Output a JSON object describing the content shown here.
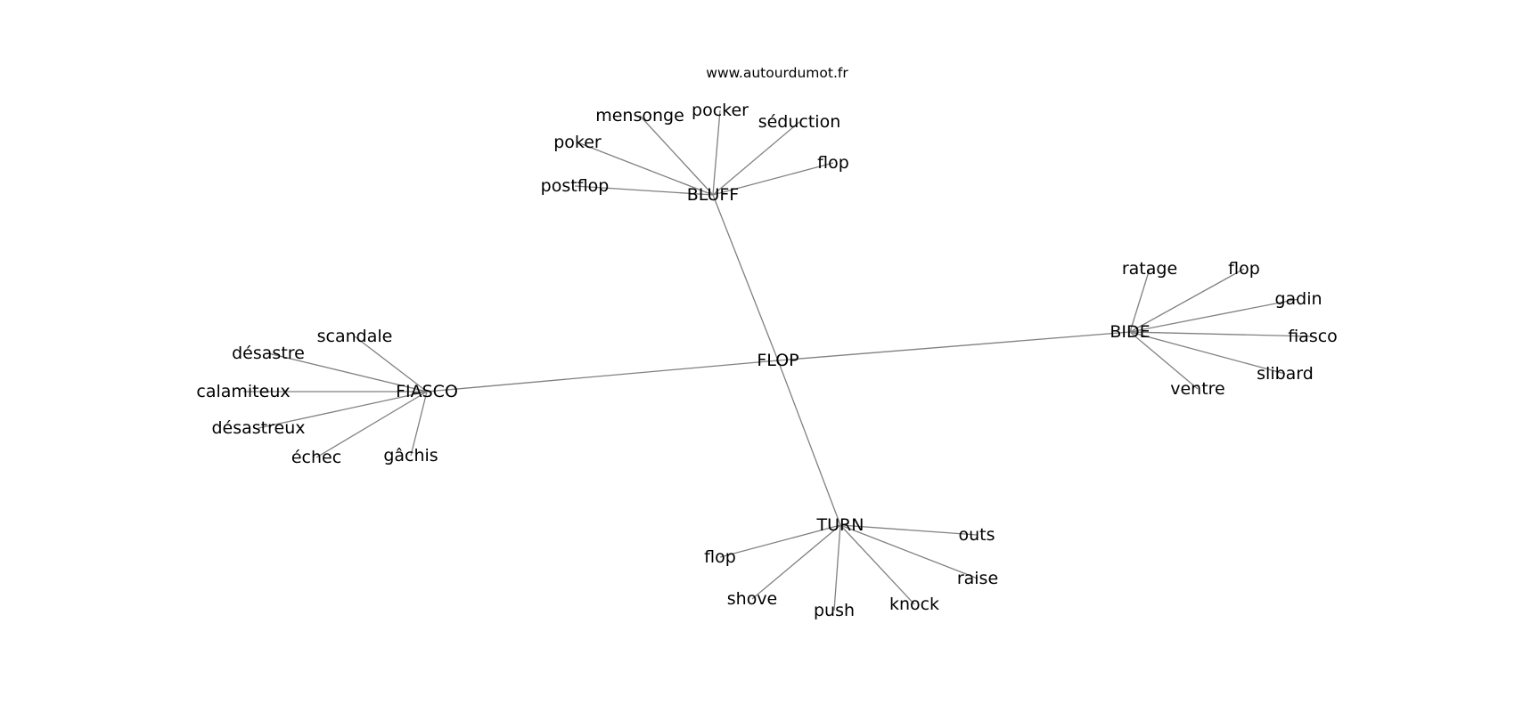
{
  "watermark": "www.autourdumot.fr",
  "center": {
    "id": "flop-center",
    "label": "FLOP"
  },
  "clusters": [
    {
      "id": "bluff",
      "label": "BLUFF",
      "leaves": [
        {
          "id": "postflop",
          "label": "postflop"
        },
        {
          "id": "poker",
          "label": "poker"
        },
        {
          "id": "mensonge",
          "label": "mensonge"
        },
        {
          "id": "pocker",
          "label": "pocker"
        },
        {
          "id": "seduction",
          "label": "séduction"
        },
        {
          "id": "flop-bluff",
          "label": "flop"
        }
      ]
    },
    {
      "id": "bide",
      "label": "BIDE",
      "leaves": [
        {
          "id": "ratage",
          "label": "ratage"
        },
        {
          "id": "flop-bide",
          "label": "flop"
        },
        {
          "id": "gadin",
          "label": "gadin"
        },
        {
          "id": "fiasco-leaf",
          "label": "fiasco"
        },
        {
          "id": "slibard",
          "label": "slibard"
        },
        {
          "id": "ventre",
          "label": "ventre"
        }
      ]
    },
    {
      "id": "fiasco",
      "label": "FIASCO",
      "leaves": [
        {
          "id": "scandale",
          "label": "scandale"
        },
        {
          "id": "desastre",
          "label": "désastre"
        },
        {
          "id": "calamiteux",
          "label": "calamiteux"
        },
        {
          "id": "desastreux",
          "label": "désastreux"
        },
        {
          "id": "echec",
          "label": "échec"
        },
        {
          "id": "gachis",
          "label": "gâchis"
        }
      ]
    },
    {
      "id": "turn",
      "label": "TURN",
      "leaves": [
        {
          "id": "flop-turn",
          "label": "flop"
        },
        {
          "id": "shove",
          "label": "shove"
        },
        {
          "id": "push",
          "label": "push"
        },
        {
          "id": "knock",
          "label": "knock"
        },
        {
          "id": "raise",
          "label": "raise"
        },
        {
          "id": "outs",
          "label": "outs"
        }
      ]
    }
  ]
}
